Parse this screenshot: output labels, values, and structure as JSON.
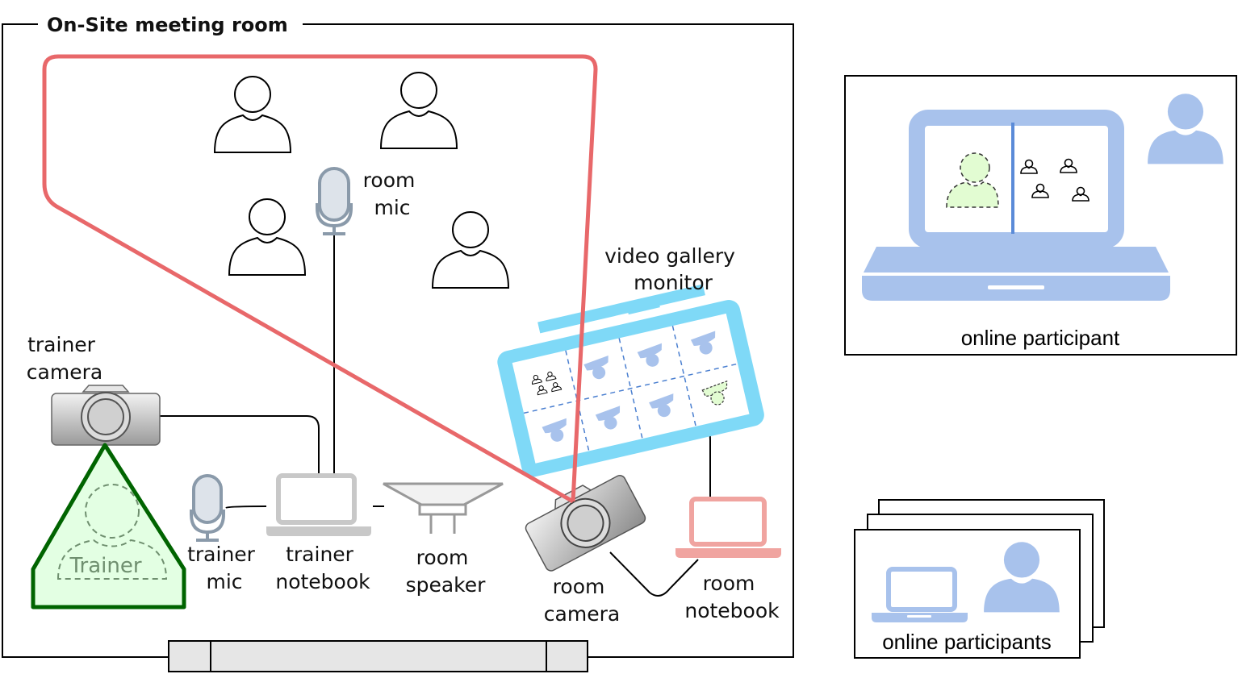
{
  "room": {
    "title": "On-Site meeting room"
  },
  "labels": {
    "room_mic": [
      "room",
      "mic"
    ],
    "video_gallery_monitor": [
      "video gallery",
      "monitor"
    ],
    "trainer_camera": [
      "trainer",
      "camera"
    ],
    "trainer_mic": [
      "trainer",
      "mic"
    ],
    "trainer_notebook": [
      "trainer",
      "notebook"
    ],
    "room_speaker": [
      "room",
      "speaker"
    ],
    "room_camera": [
      "room",
      "camera"
    ],
    "room_notebook": [
      "room",
      "notebook"
    ],
    "trainer": "Trainer",
    "online_participant": "online participant",
    "online_participants": "online participants"
  },
  "colors": {
    "camera_view": "#e8686a",
    "trainer_zone": "#006400",
    "trainer_zone_fill": "#e3ffe3",
    "monitor": "#7fd9f7",
    "online_blue": "#a8c2ec",
    "highlight_green": "#e2fcd2",
    "room_notebook": "#f0a4a0"
  }
}
